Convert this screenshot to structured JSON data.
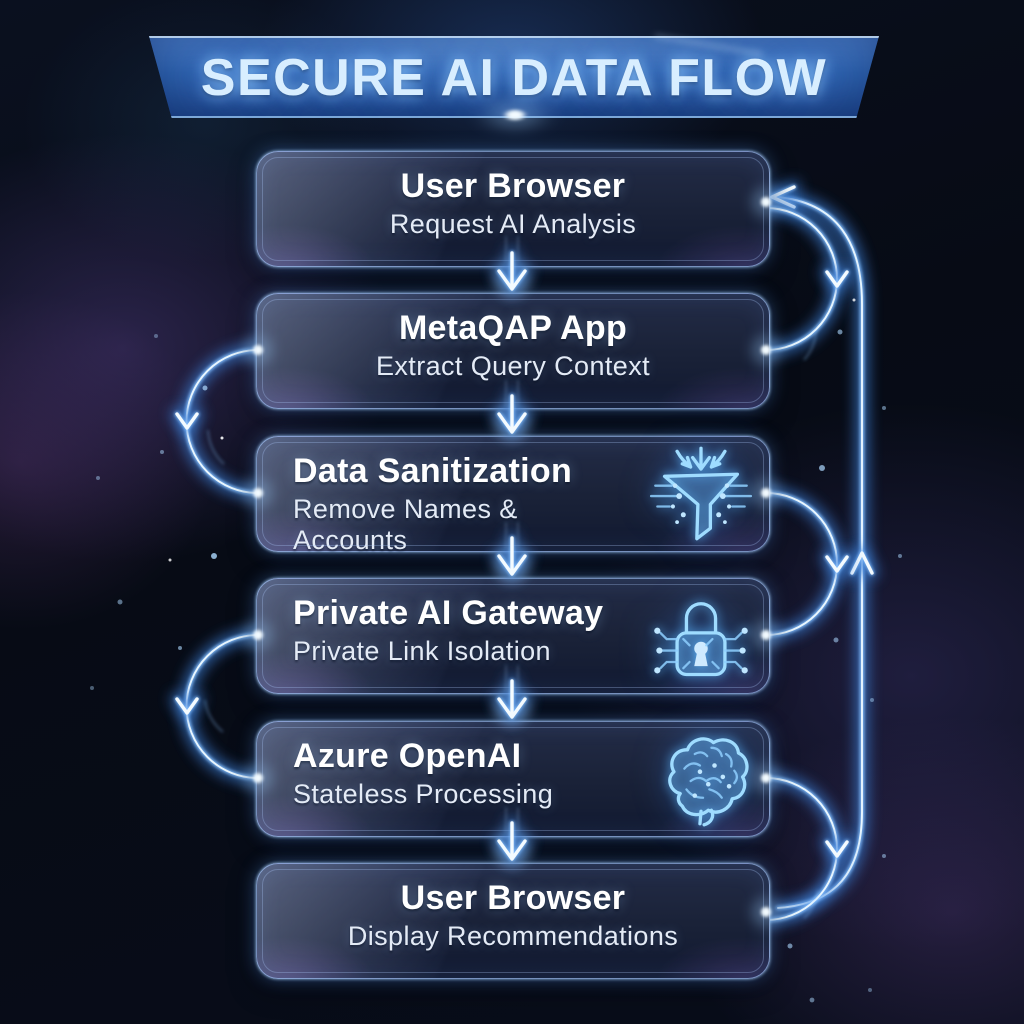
{
  "title": "SECURE AI DATA FLOW",
  "nodes": [
    {
      "title": "User Browser",
      "subtitle": "Request AI Analysis",
      "icon": null
    },
    {
      "title": "MetaQAP App",
      "subtitle": "Extract Query Context",
      "icon": null
    },
    {
      "title": "Data Sanitization",
      "subtitle": "Remove Names & Accounts",
      "icon": "funnel-icon"
    },
    {
      "title": "Private AI Gateway",
      "subtitle": "Private Link Isolation",
      "icon": "lock-icon"
    },
    {
      "title": "Azure OpenAI",
      "subtitle": "Stateless Processing",
      "icon": "brain-icon"
    },
    {
      "title": "User Browser",
      "subtitle": "Display Recommendations",
      "icon": null
    }
  ],
  "edges": [
    {
      "from": 0,
      "to": 1,
      "style": "center-arrow-and-right-arc"
    },
    {
      "from": 1,
      "to": 2,
      "style": "center-arrow-and-left-arc"
    },
    {
      "from": 2,
      "to": 3,
      "style": "center-arrow-and-right-arc"
    },
    {
      "from": 3,
      "to": 4,
      "style": "center-arrow-and-left-arc"
    },
    {
      "from": 4,
      "to": 5,
      "style": "center-arrow-and-right-arc"
    },
    {
      "from": 5,
      "to": 0,
      "style": "return-line-right-side-upward"
    }
  ],
  "colors": {
    "background": "#070b15",
    "banner_fill": "#2c5ea8",
    "banner_text": "#d8eeff",
    "node_fill": "#1a2238",
    "node_border": "#a5c8ff",
    "node_title_text": "#ffffff",
    "node_subtitle_text": "#e4ebf6",
    "connector_glow": "#3d7fd6",
    "connector_core": "#eaf7ff",
    "icon_stroke": "#9fdcff",
    "nebula_purple": "#60468f"
  }
}
